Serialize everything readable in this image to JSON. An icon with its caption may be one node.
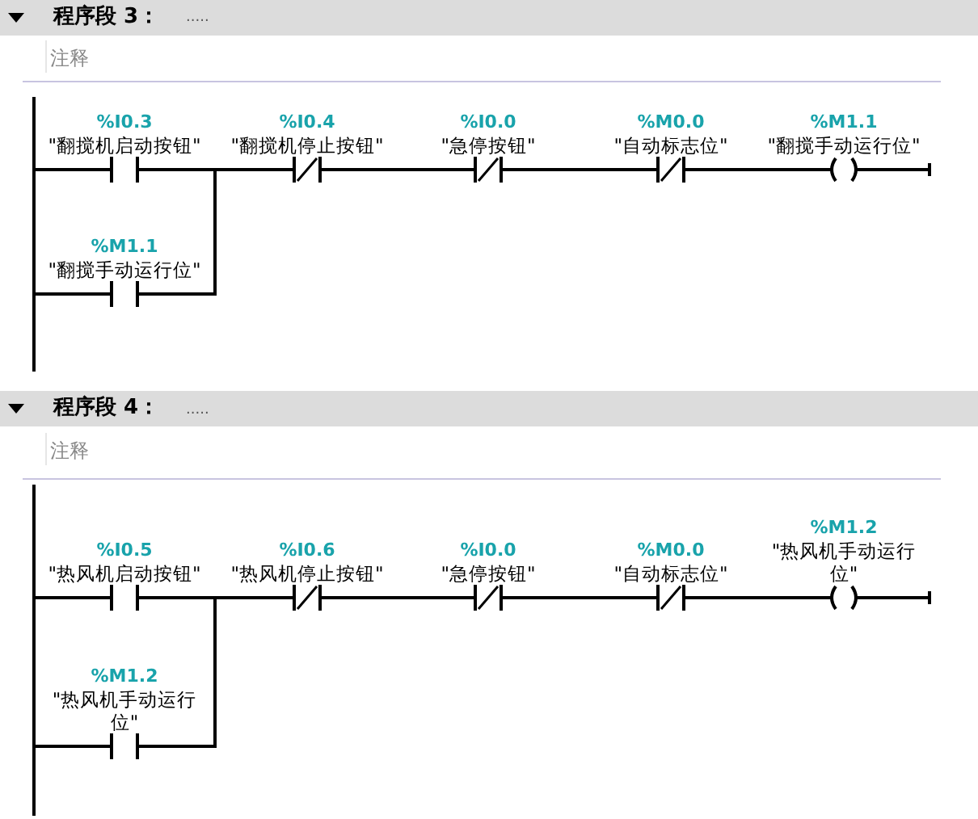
{
  "diagram": {
    "nodes": [
      {
        "text": [],
        "shape": "bar"
      },
      {
        "text": [
          "%I0.3",
          "\"翻搅机启动按钮\""
        ]
      },
      {
        "text": [
          "%I0.4",
          "\"翻搅机停止按钮\""
        ]
      },
      {
        "text": [
          "%I0.0",
          "\"急停按钮\""
        ]
      },
      {
        "text": [
          "%M0.0",
          "\"自动标志位\""
        ]
      },
      {
        "text": [
          "%M1.1",
          "\"翻搅手动运行位\""
        ]
      },
      {
        "text": [
          "%M1.1",
          "\"翻搅手动运行位\""
        ]
      },
      {
        "text": [],
        "shape": "bar"
      },
      {
        "text": [
          "%I0.5",
          "\"热风机启动按钮\""
        ]
      },
      {
        "text": [
          "%I0.6",
          "\"热风机停止按钮\""
        ]
      },
      {
        "text": [
          "%I0.0",
          "\"急停按钮\""
        ]
      },
      {
        "text": [
          "%M0.0",
          "\"自动标志位\""
        ]
      },
      {
        "text": [
          "%M1.2",
          "\"热风机手动运行位\""
        ]
      },
      {
        "text": [
          "%M1.2",
          "\"热风机手动运行位\""
        ]
      }
    ],
    "edges": [
      {
        "from": 0,
        "to": 1,
        "arrow": "none"
      },
      {
        "from": 0,
        "to": 6,
        "arrow": "none"
      },
      {
        "from": 1,
        "to": 2,
        "arrow": "none"
      },
      {
        "from": 6,
        "to": 2,
        "arrow": "none"
      },
      {
        "from": 2,
        "to": 3,
        "arrow": "none"
      },
      {
        "from": 3,
        "to": 4,
        "arrow": "none"
      },
      {
        "from": 4,
        "to": 5,
        "arrow": "none"
      },
      {
        "from": 5,
        "to": null,
        "arrow": "none"
      },
      {
        "from": 7,
        "to": 8,
        "arrow": "none"
      },
      {
        "from": 7,
        "to": 13,
        "arrow": "none"
      },
      {
        "from": 8,
        "to": 9,
        "arrow": "none"
      },
      {
        "from": 13,
        "to": 9,
        "arrow": "none"
      },
      {
        "from": 9,
        "to": 10,
        "arrow": "none"
      },
      {
        "from": 10,
        "to": 11,
        "arrow": "none"
      },
      {
        "from": 11,
        "to": 12,
        "arrow": "none"
      },
      {
        "from": 12,
        "to": null,
        "arrow": "none"
      }
    ],
    "labels": [
      "程序段 3：",
      ".....",
      "注释",
      "程序段 4：",
      ".....",
      "注释"
    ]
  }
}
